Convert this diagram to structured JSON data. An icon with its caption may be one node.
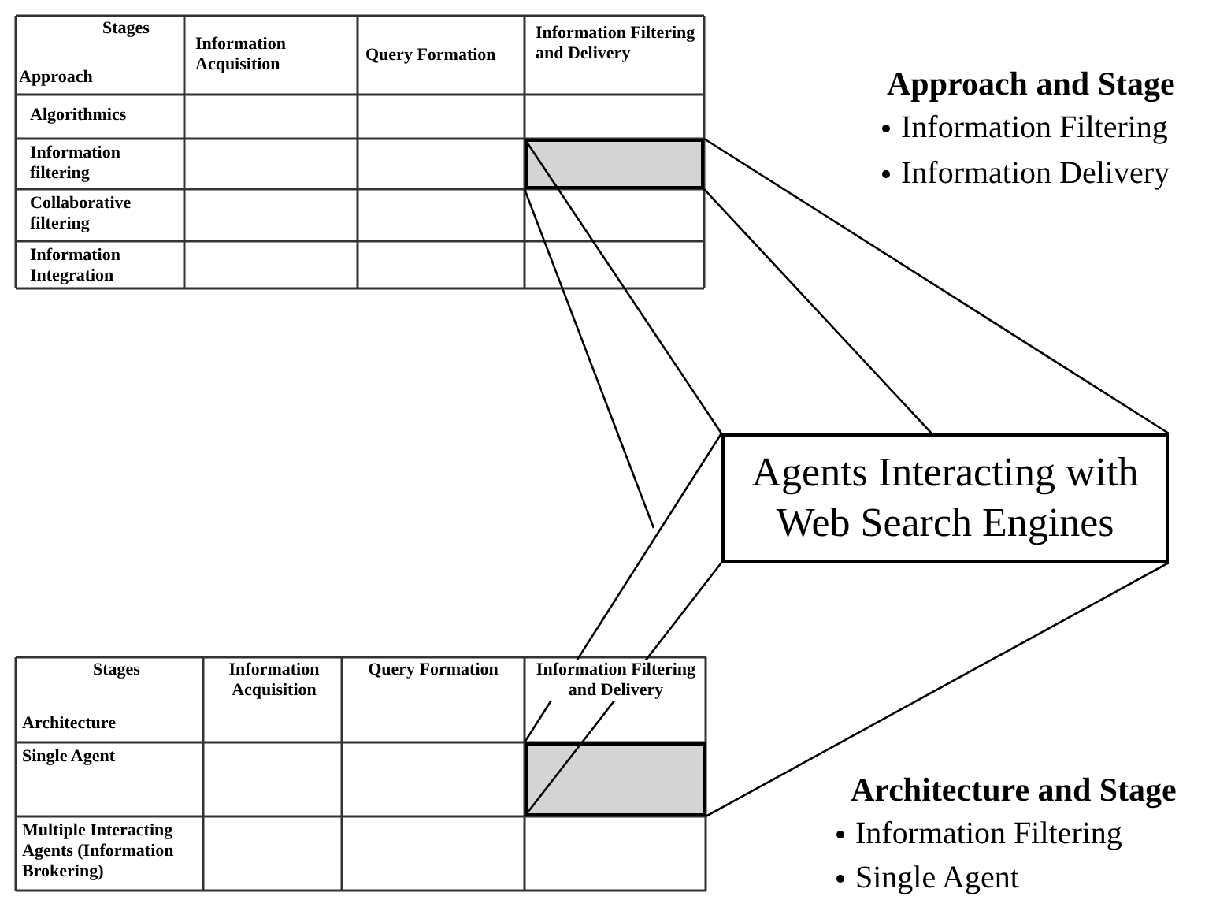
{
  "diagram": {
    "nodes": [
      {
        "text": [],
        "shape": "box"
      },
      {
        "text": [
          "Agents Interacting with Web Search Engines"
        ]
      },
      {
        "text": [],
        "shape": "box"
      }
    ],
    "edges": [
      {
        "from": 0,
        "to": 1,
        "arrow": "none"
      },
      {
        "from": 0,
        "to": 1,
        "arrow": "none"
      },
      {
        "from": 0,
        "to": 1,
        "arrow": "none"
      },
      {
        "from": 0,
        "to": null,
        "arrow": "none"
      },
      {
        "from": 2,
        "to": 1,
        "arrow": "none"
      },
      {
        "from": 2,
        "to": 1,
        "arrow": "none"
      },
      {
        "from": 2,
        "to": 1,
        "arrow": "none"
      }
    ],
    "labels": [
      "Stages",
      "Approach",
      "Information Acquisition",
      "Query Formation",
      "Information Filtering and Delivery",
      "Algorithmics",
      "Information filtering",
      "Collaborative filtering",
      "Information Integration",
      "Approach and Stage",
      "Information Filtering",
      "Information Delivery",
      "Stages",
      "Architecture",
      "Information Acquisition",
      "Query Formation",
      "Information Filtering and Delivery",
      "Single Agent",
      "Multiple Interacting Agents (Information Brokering)",
      "Architecture and Stage",
      "Information Filtering",
      "Single Agent"
    ]
  }
}
